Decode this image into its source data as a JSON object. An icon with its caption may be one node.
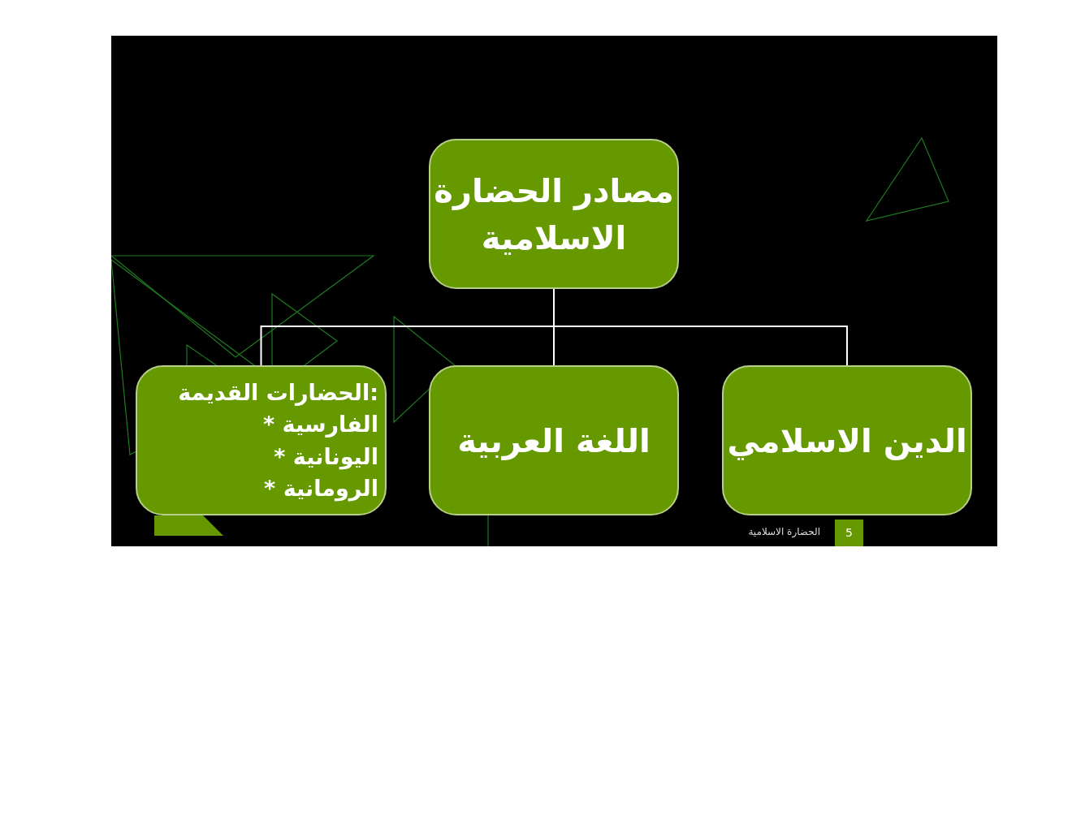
{
  "diagram": {
    "nodes": [
      {
        "text": [
          "مصادر الحضارة الاسلامية"
        ]
      },
      {
        "text": [
          "الدين الاسلامي"
        ]
      },
      {
        "text": [
          "اللغة العربية"
        ]
      },
      {
        "text": [
          ":الحضارات القديمة",
          "الفارسية *",
          "اليونانية *",
          "الرومانية *"
        ]
      }
    ],
    "edges": [
      {
        "from": 0,
        "to": 1,
        "arrow": "none"
      },
      {
        "from": 0,
        "to": 2,
        "arrow": "none"
      },
      {
        "from": 0,
        "to": 3,
        "arrow": "none"
      }
    ],
    "labels": [
      "الحضارة الاسلامية",
      "5"
    ]
  }
}
